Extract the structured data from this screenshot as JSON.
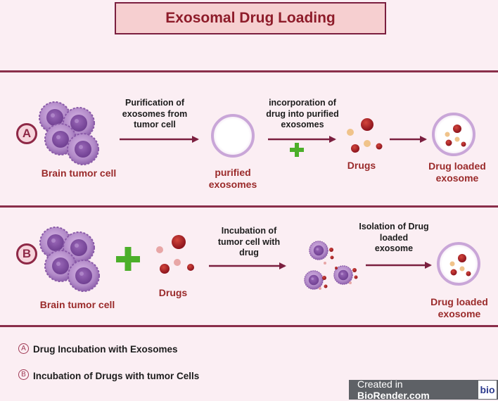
{
  "title": "Exosomal Drug Loading",
  "section_a": {
    "marker": "A",
    "cell_label": "Brain tumor cell",
    "step1": [
      "Purification of",
      "exosomes from",
      "tumor cell"
    ],
    "exosome_label": [
      "purified",
      "exosomes"
    ],
    "step2": [
      "incorporation  of",
      "drug into purified",
      "exosomes"
    ],
    "drugs_label": "Drugs",
    "result_label": [
      "Drug loaded",
      "exosome"
    ]
  },
  "section_b": {
    "marker": "B",
    "cell_label": "Brain tumor cell",
    "drugs_label": "Drugs",
    "step1": [
      "Incubation of",
      "tumor cell with",
      "drug"
    ],
    "step2": [
      "Isolation of Drug",
      "loaded",
      "exosome"
    ],
    "result_label": [
      "Drug loaded",
      "exosome"
    ]
  },
  "legend": [
    {
      "marker": "A",
      "text": "Drug Incubation with Exosomes"
    },
    {
      "marker": "B",
      "text": "Incubation of Drugs with tumor  Cells"
    }
  ],
  "badge": {
    "text": "Created in ",
    "brand": "BioRender.com",
    "logo": "bio"
  },
  "colors": {
    "accent": "#8a2e4a",
    "plus": "#4caf2a",
    "drug": "#a01c24",
    "cell": "#b084c8"
  }
}
